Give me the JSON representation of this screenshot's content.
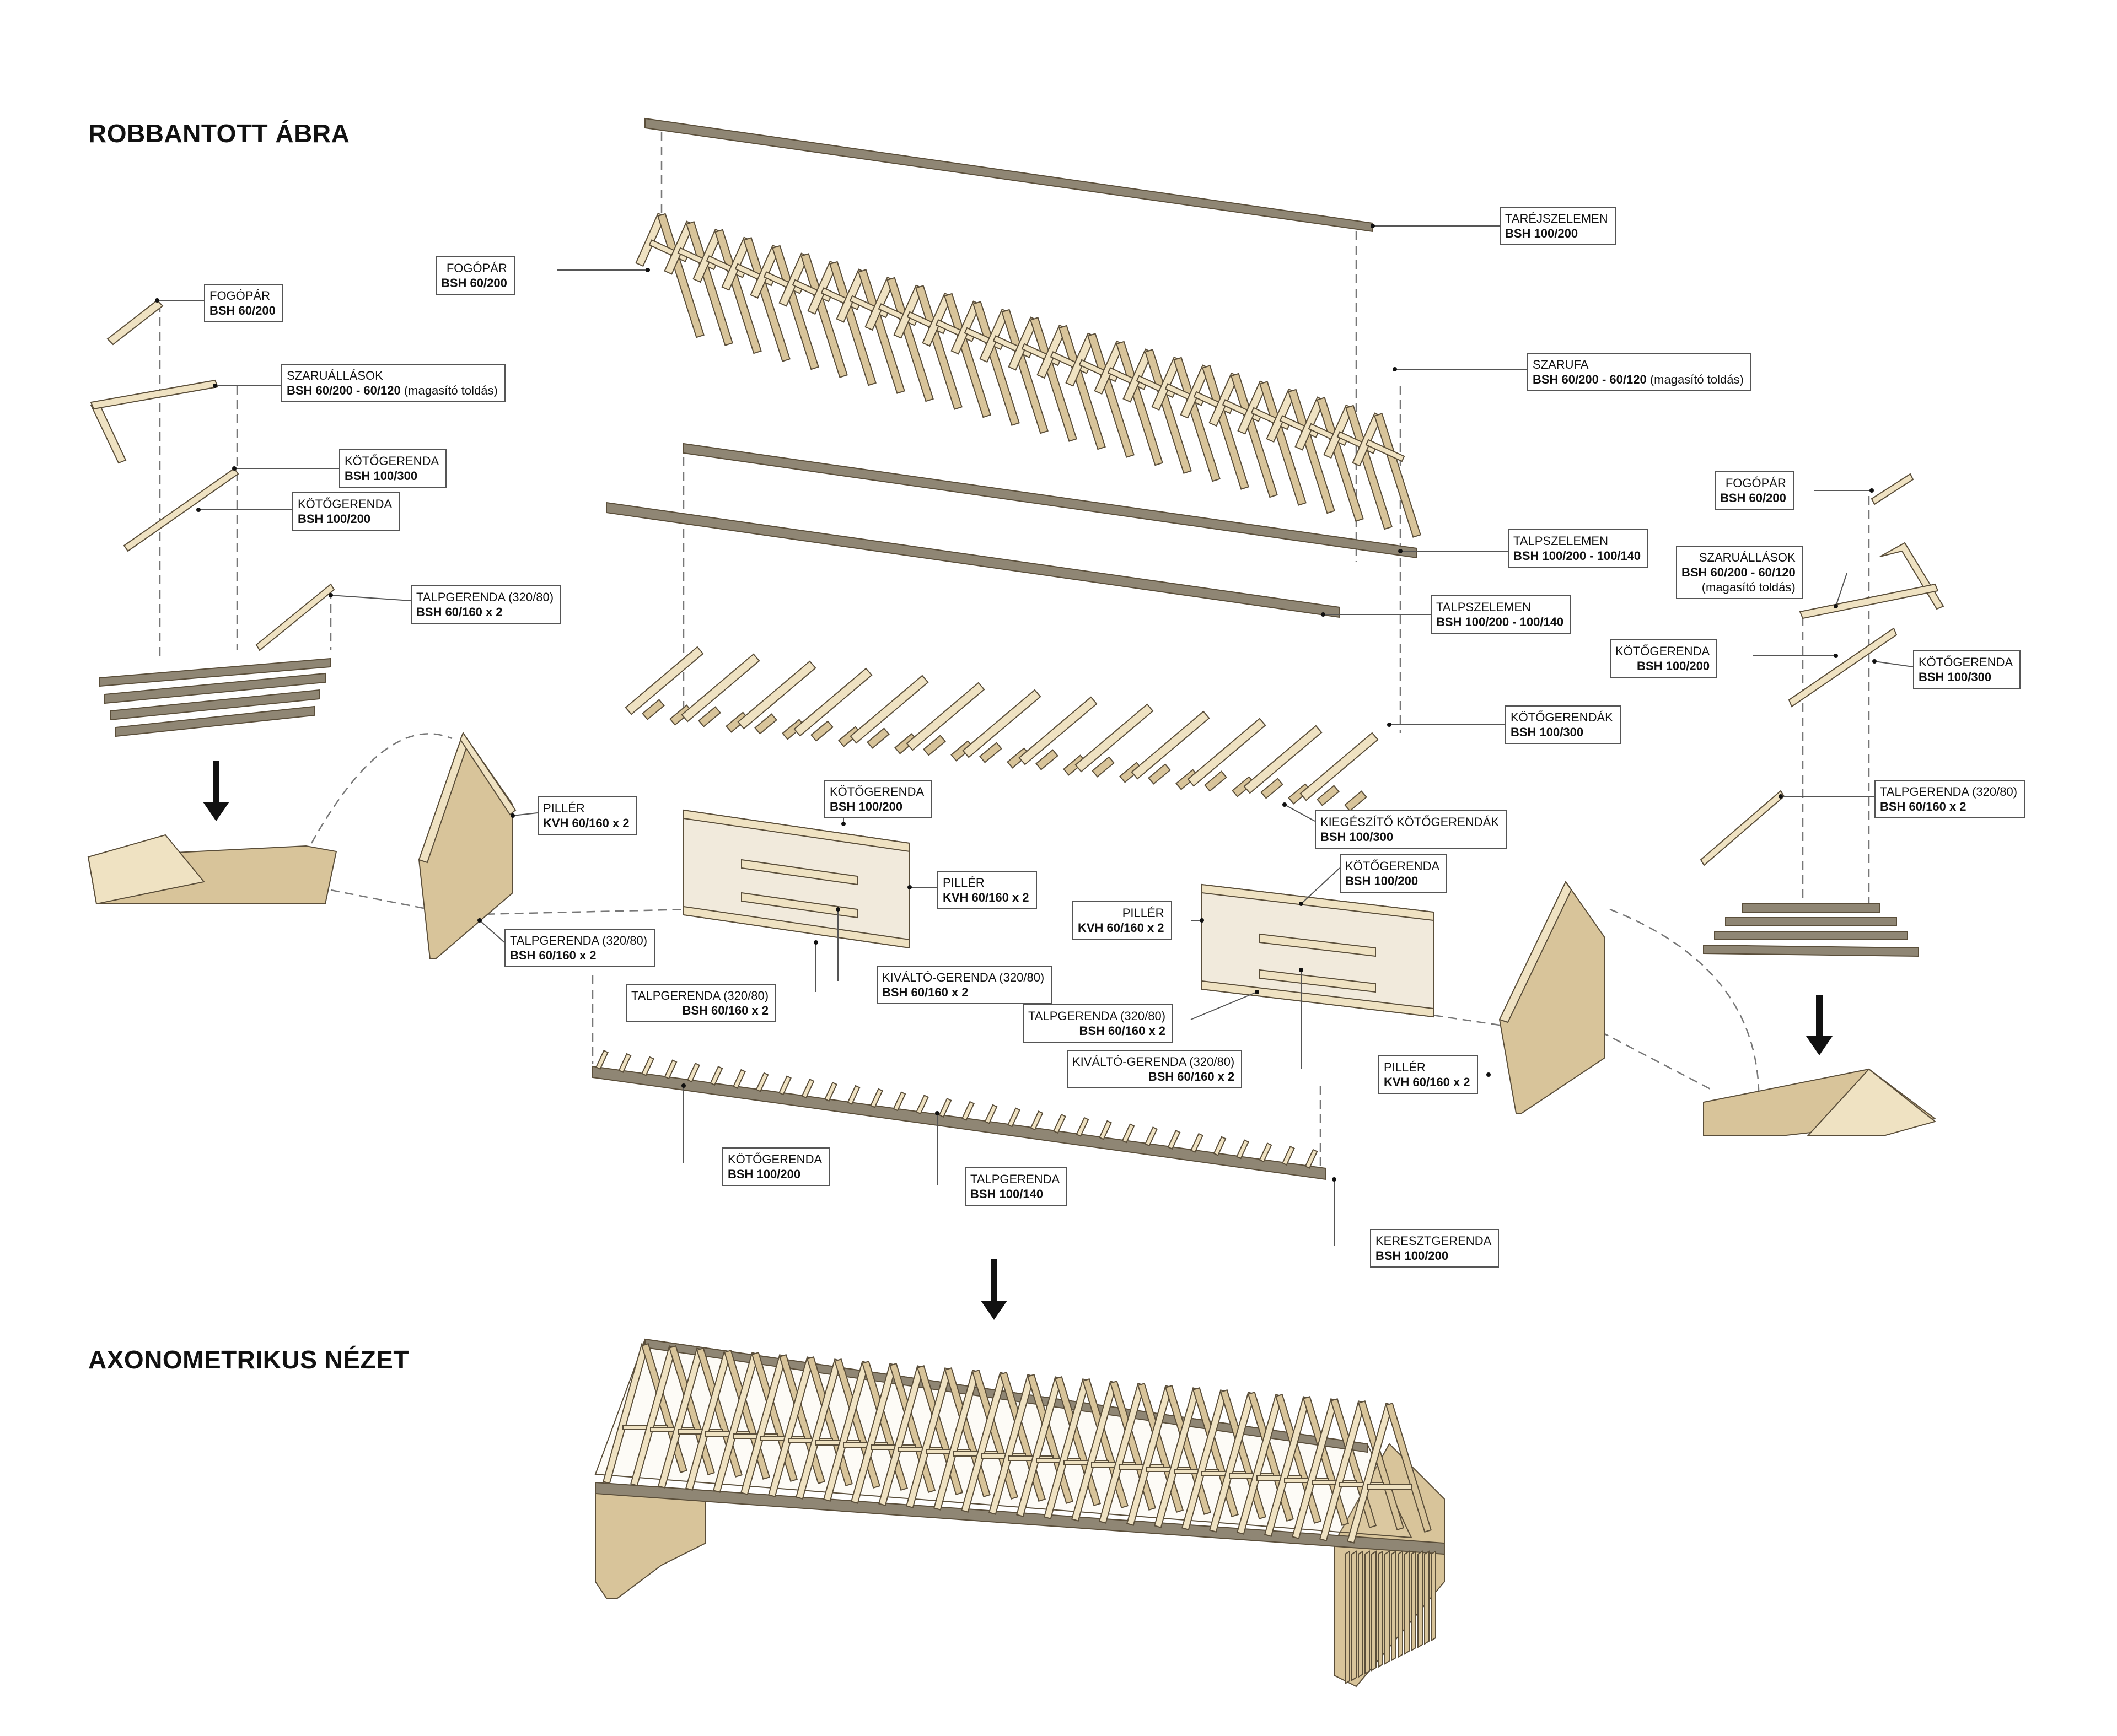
{
  "titles": {
    "exploded": "ROBBANTOTT ÁBRA",
    "axonometric": "AXONOMETRIKUS NÉZET"
  },
  "labels": {
    "tarejszelemen": {
      "name": "TARÉJSZELEMEN",
      "spec": "BSH 100/200"
    },
    "fogopar_main": {
      "name": "FOGÓPÁR",
      "spec": "BSH 60/200"
    },
    "szarufa": {
      "name": "SZARUFA",
      "spec": "BSH 60/200 - 60/120",
      "extra": " (magasító toldás)"
    },
    "fogopar_left": {
      "name": "FOGÓPÁR",
      "spec": "BSH 60/200"
    },
    "szaruallasok_left": {
      "name": "SZARUÁLLÁSOK",
      "spec": "BSH 60/200 - 60/120",
      "extra": " (magasító toldás)"
    },
    "kotogerenda_left_300": {
      "name": "KÖTŐGERENDA",
      "spec": "BSH 100/300"
    },
    "kotogerenda_left_200": {
      "name": "KÖTŐGERENDA",
      "spec": "BSH 100/200"
    },
    "talpgerenda_left": {
      "name": "TALPGERENDA (320/80)",
      "spec": "BSH 60/160 x 2"
    },
    "talpszelemen_1": {
      "name": "TALPSZELEMEN",
      "spec": "BSH 100/200 - 100/140"
    },
    "talpszelemen_2": {
      "name": "TALPSZELEMEN",
      "spec": "BSH 100/200 - 100/140"
    },
    "kotogerendak": {
      "name": "KÖTŐGERENDÁK",
      "spec": "BSH 100/300"
    },
    "kiegeszito": {
      "name": "KIEGÉSZÍTŐ KÖTŐGERENDÁK",
      "spec": "BSH 100/300"
    },
    "fogopar_right": {
      "name": "FOGÓPÁR",
      "spec": "BSH 60/200"
    },
    "szaruallasok_right": {
      "name": "SZARUÁLLÁSOK",
      "spec": "BSH 60/200 - 60/120",
      "note": "(magasító toldás)"
    },
    "kotogerenda_right_200": {
      "name": "KÖTŐGERENDA",
      "spec": "BSH 100/200"
    },
    "kotogerenda_right_300": {
      "name": "KÖTŐGERENDA",
      "spec": "BSH 100/300"
    },
    "talpgerenda_right": {
      "name": "TALPGERENDA (320/80)",
      "spec": "BSH 60/160 x 2"
    },
    "piller_gable_left": {
      "name": "PILLÉR",
      "spec": "KVH 60/160 x 2"
    },
    "talpgerenda_gable_left": {
      "name": "TALPGERENDA (320/80)",
      "spec": "BSH 60/160 x 2"
    },
    "kotogerenda_wall1": {
      "name": "KÖTŐGERENDA",
      "spec": "BSH 100/200"
    },
    "piller_wall1": {
      "name": "PILLÉR",
      "spec": "KVH 60/160 x 2"
    },
    "talpgerenda_wall1": {
      "name": "TALPGERENDA (320/80)",
      "spec": "BSH 60/160 x 2"
    },
    "kivalto_wall1": {
      "name": "KIVÁLTÓ-GERENDA (320/80)",
      "spec": "BSH 60/160 x 2"
    },
    "kotogerenda_wall2": {
      "name": "KÖTŐGERENDA",
      "spec": "BSH 100/200"
    },
    "piller_wall2": {
      "name": "PILLÉR",
      "spec": "KVH 60/160 x 2"
    },
    "talpgerenda_wall2": {
      "name": "TALPGERENDA (320/80)",
      "spec": "BSH 60/160 x 2"
    },
    "kivalto_wall2": {
      "name": "KIVÁLTÓ-GERENDA (320/80)",
      "spec": "BSH 60/160 x 2"
    },
    "piller_gable_right": {
      "name": "PILLÉR",
      "spec": "KVH 60/160 x 2"
    },
    "kotogerenda_floor": {
      "name": "KÖTŐGERENDA",
      "spec": "BSH 100/200"
    },
    "talpgerenda_floor": {
      "name": "TALPGERENDA",
      "spec": "BSH 100/140"
    },
    "keresztgerenda": {
      "name": "KERESZTGERENDA",
      "spec": "BSH 100/200"
    }
  },
  "colors": {
    "wood_light": "#efe2c2",
    "wood_mid": "#d8c49a",
    "wood_dark": "#a89673",
    "dark_beam": "#8f8674",
    "edge": "#5a4e3a",
    "guide": "#6a6a6a",
    "arrow": "#111111"
  }
}
